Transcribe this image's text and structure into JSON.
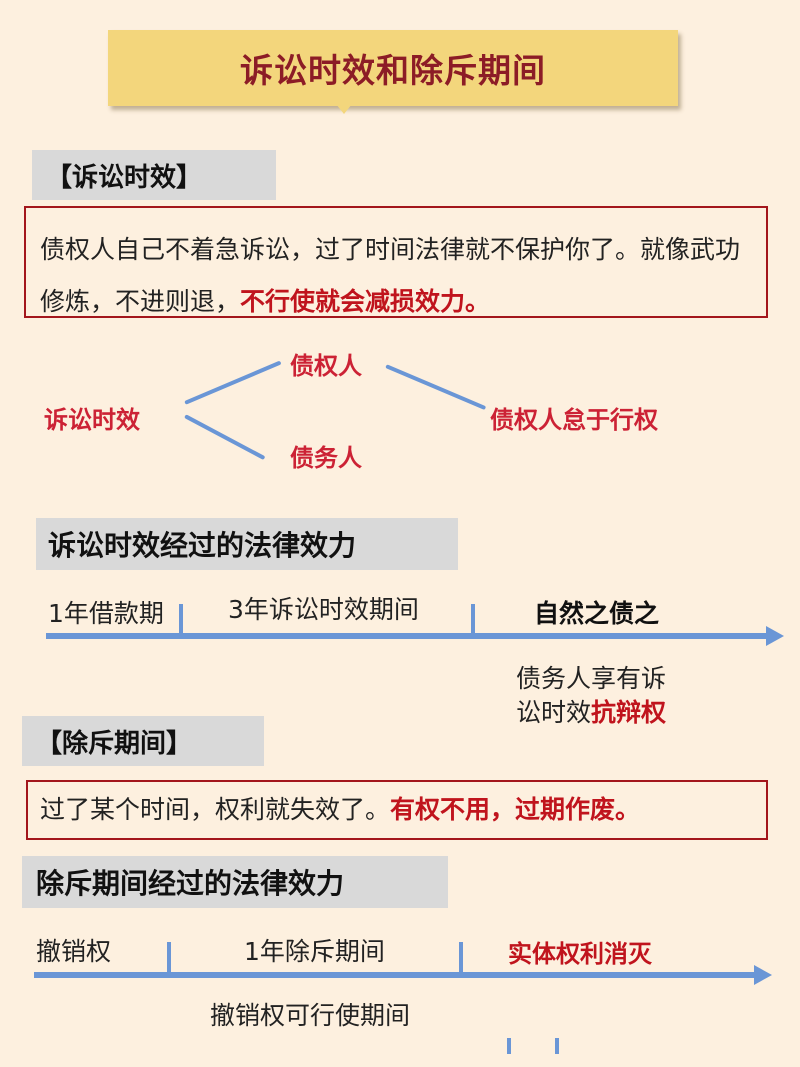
{
  "title": "诉讼时效和除斥期间",
  "colors": {
    "background": "#fdf0df",
    "banner": "#f3d67c",
    "title_text": "#8c1c26",
    "section_box": "#d9d9d9",
    "border_red": "#a3161c",
    "emphasis_red": "#c0141d",
    "diagram_red": "#cc2235",
    "line_blue": "#6a96d6"
  },
  "limitation": {
    "heading": "【诉讼时效】",
    "definition_plain": "债权人自己不着急诉讼，过了时间法律就不保护你了。就像武功修炼，不进则退，",
    "definition_emphasis": "不行使就会减损效力。",
    "diagram": {
      "root": "诉讼时效",
      "branch_top": "债权人",
      "branch_bottom": "债务人",
      "result": "债权人怠于行权"
    }
  },
  "limitation_effect": {
    "heading": "诉讼时效经过的法律效力",
    "timeline": {
      "segment_1": "1年借款期",
      "segment_2": "3年诉讼时效期间",
      "segment_3": "自然之债之",
      "note_plain": "债务人享有诉讼时效",
      "note_emphasis": "抗辩权"
    }
  },
  "exclusion": {
    "heading": "【除斥期间】",
    "definition_plain": "过了某个时间，权利就失效了。",
    "definition_emphasis": "有权不用，过期作废。"
  },
  "exclusion_effect": {
    "heading": "除斥期间经过的法律效力",
    "timeline": {
      "segment_1": "撤销权",
      "segment_2": "1年除斥期间",
      "segment_3": "实体权利消灭",
      "note": "撤销权可行使期间"
    }
  }
}
